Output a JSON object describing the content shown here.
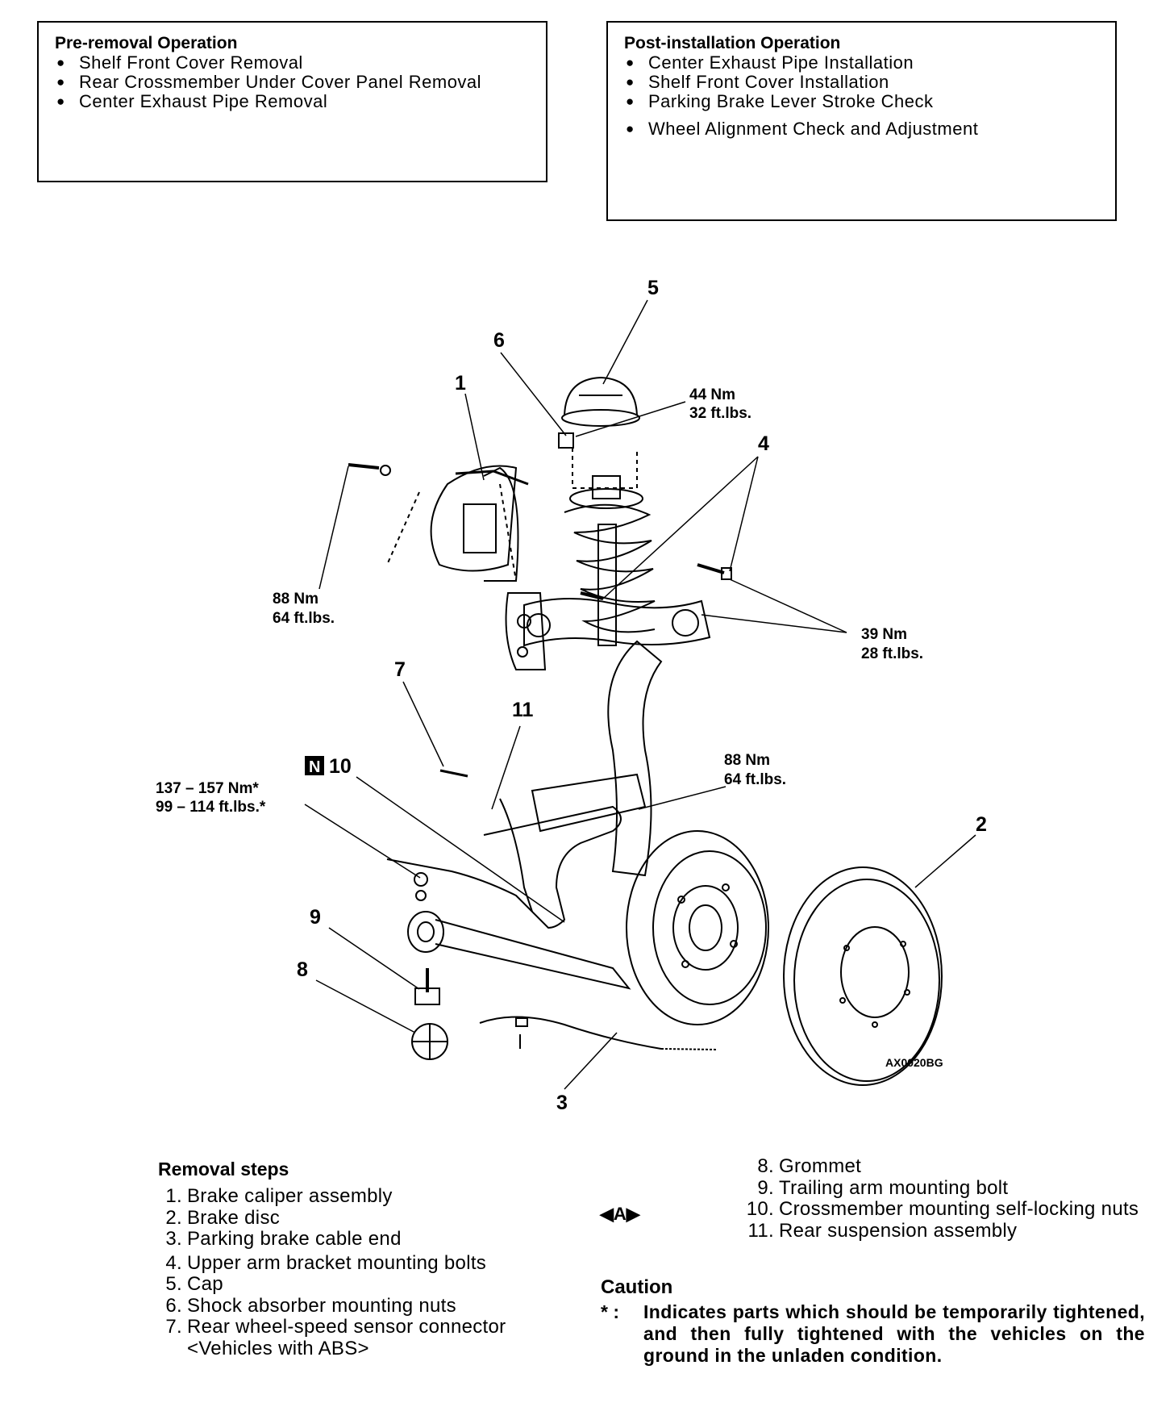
{
  "pre_removal": {
    "title": "Pre-removal Operation",
    "items": [
      "Shelf Front Cover Removal",
      "Rear Crossmember Under Cover Panel Removal",
      "Center Exhaust Pipe Removal"
    ]
  },
  "post_installation": {
    "title": "Post-installation Operation",
    "items": [
      "Center Exhaust Pipe Installation",
      "Shelf Front Cover Installation",
      "Parking Brake Lever Stroke Check",
      "Wheel Alignment Check and Adjustment"
    ]
  },
  "diagram": {
    "callouts": [
      "1",
      "2",
      "3",
      "4",
      "5",
      "6",
      "7",
      "8",
      "9",
      "10",
      "11"
    ],
    "new_part_mark": "N",
    "torques": {
      "cap": {
        "nm": "44 Nm",
        "ftlb": "32 ft.lbs."
      },
      "caliper": {
        "nm": "88 Nm",
        "ftlb": "64 ft.lbs."
      },
      "upper_arm": {
        "nm": "39 Nm",
        "ftlb": "28 ft.lbs."
      },
      "crossmember": {
        "nm": "88 Nm",
        "ftlb": "64 ft.lbs."
      },
      "trailing_arm": {
        "nm": "137 – 157 Nm*",
        "ftlb": "99 – 114 ft.lbs.*"
      }
    },
    "figure_code": "AX0020BG"
  },
  "removal_steps": {
    "heading": "Removal steps",
    "items": [
      {
        "num": "1.",
        "text": "Brake caliper assembly"
      },
      {
        "num": "2.",
        "text": "Brake disc"
      },
      {
        "num": "3.",
        "text": "Parking brake cable end"
      },
      {
        "num": "4.",
        "text": "Upper arm bracket mounting bolts"
      },
      {
        "num": "5.",
        "text": "Cap"
      },
      {
        "num": "6.",
        "text": "Shock absorber mounting nuts"
      },
      {
        "num": "7.",
        "text": "Rear wheel-speed sensor connector <Vehicles with ABS>"
      },
      {
        "num": "8.",
        "text": "Grommet"
      },
      {
        "num": "9.",
        "text": "Trailing arm mounting bolt"
      },
      {
        "num": "10.",
        "text": "Crossmember mounting self-locking nuts"
      },
      {
        "num": "11.",
        "text": "Rear suspension assembly"
      }
    ],
    "service_tag": "◀A▶"
  },
  "caution": {
    "heading": "Caution",
    "mark": "* :",
    "text": "Indicates parts which should be temporarily tightened, and then fully tightened with the vehicles on the ground in the unladen condition."
  }
}
